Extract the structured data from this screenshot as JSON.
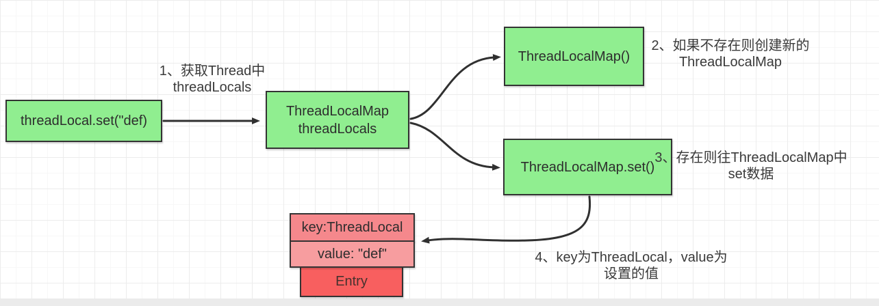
{
  "diagram": {
    "title_hint": "ThreadLocal set flow diagram",
    "colors": {
      "node_green": "#90ee90",
      "node_pink_key": "#f5888c",
      "node_pink_value": "#f79d9f",
      "node_red_entry": "#f85f5f",
      "border": "#333333",
      "arrow": "#303030",
      "grid_major": "#ececec",
      "grid_minor": "#f7f7f7"
    },
    "nodes": {
      "start": {
        "label": "threadLocal.set(\"def)"
      },
      "map": {
        "line1": "ThreadLocalMap",
        "line2": "threadLocals"
      },
      "create": {
        "label": "ThreadLocalMap()"
      },
      "set": {
        "label": "ThreadLocalMap.set()"
      },
      "entry_key": {
        "label": "key:ThreadLocal"
      },
      "entry_value": {
        "label": "value: \"def\""
      },
      "entry": {
        "label": "Entry"
      }
    },
    "annotations": {
      "step1": {
        "line1": "1、获取Thread中",
        "line2": "threadLocals"
      },
      "step2": {
        "line1": "2、如果不存在则创建新的",
        "line2": "ThreadLocalMap"
      },
      "step3": {
        "line1": "3、存在则往ThreadLocalMap中",
        "line2": "set数据"
      },
      "step4": {
        "line1": "4、key为ThreadLocal，value为",
        "line2": "设置的值"
      }
    }
  }
}
